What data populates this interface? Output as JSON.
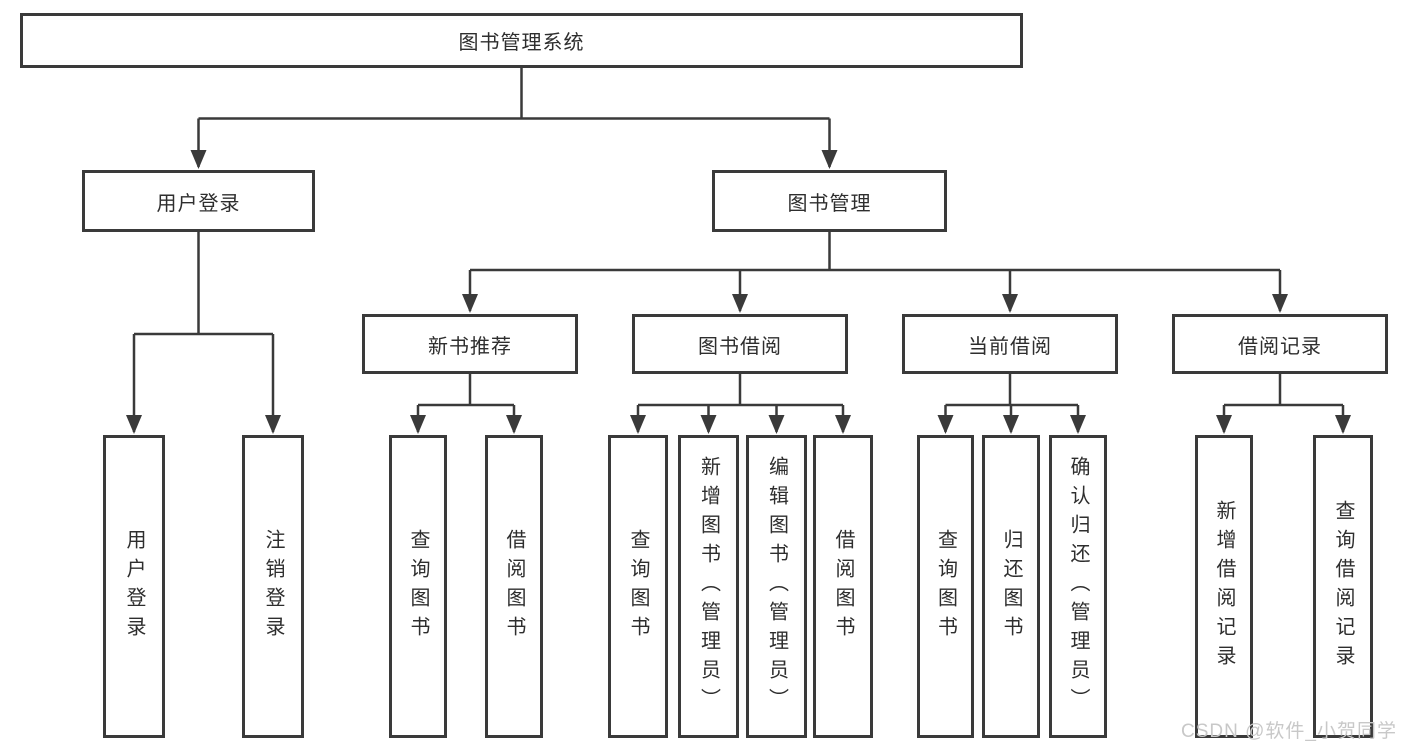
{
  "diagram": {
    "type": "hierarchy-tree",
    "title": "图书管理系统",
    "level2": [
      {
        "label": "用户登录",
        "parent": "图书管理系统"
      },
      {
        "label": "图书管理",
        "parent": "图书管理系统"
      }
    ],
    "level3": [
      {
        "label": "新书推荐",
        "parent": "图书管理"
      },
      {
        "label": "图书借阅",
        "parent": "图书管理"
      },
      {
        "label": "当前借阅",
        "parent": "图书管理"
      },
      {
        "label": "借阅记录",
        "parent": "图书管理"
      }
    ],
    "leaves": [
      {
        "label": "用户登录",
        "parent": "用户登录"
      },
      {
        "label": "注销登录",
        "parent": "用户登录"
      },
      {
        "label": "查询图书",
        "parent": "新书推荐"
      },
      {
        "label": "借阅图书",
        "parent": "新书推荐"
      },
      {
        "label": "查询图书",
        "parent": "图书借阅"
      },
      {
        "label": "新增图书（管理员）",
        "parent": "图书借阅"
      },
      {
        "label": "编辑图书（管理员）",
        "parent": "图书借阅"
      },
      {
        "label": "借阅图书",
        "parent": "图书借阅"
      },
      {
        "label": "查询图书",
        "parent": "当前借阅"
      },
      {
        "label": "归还图书",
        "parent": "当前借阅"
      },
      {
        "label": "确认归还（管理员）",
        "parent": "当前借阅"
      },
      {
        "label": "新增借阅记录",
        "parent": "借阅记录"
      },
      {
        "label": "查询借阅记录",
        "parent": "借阅记录"
      }
    ]
  },
  "watermark": "CSDN @软件_小贺同学",
  "colors": {
    "line": "#3a3a3a",
    "border": "#3a3a3a",
    "text": "#2e2e2e",
    "background": "#ffffff",
    "watermark": "#c8c8c8"
  }
}
